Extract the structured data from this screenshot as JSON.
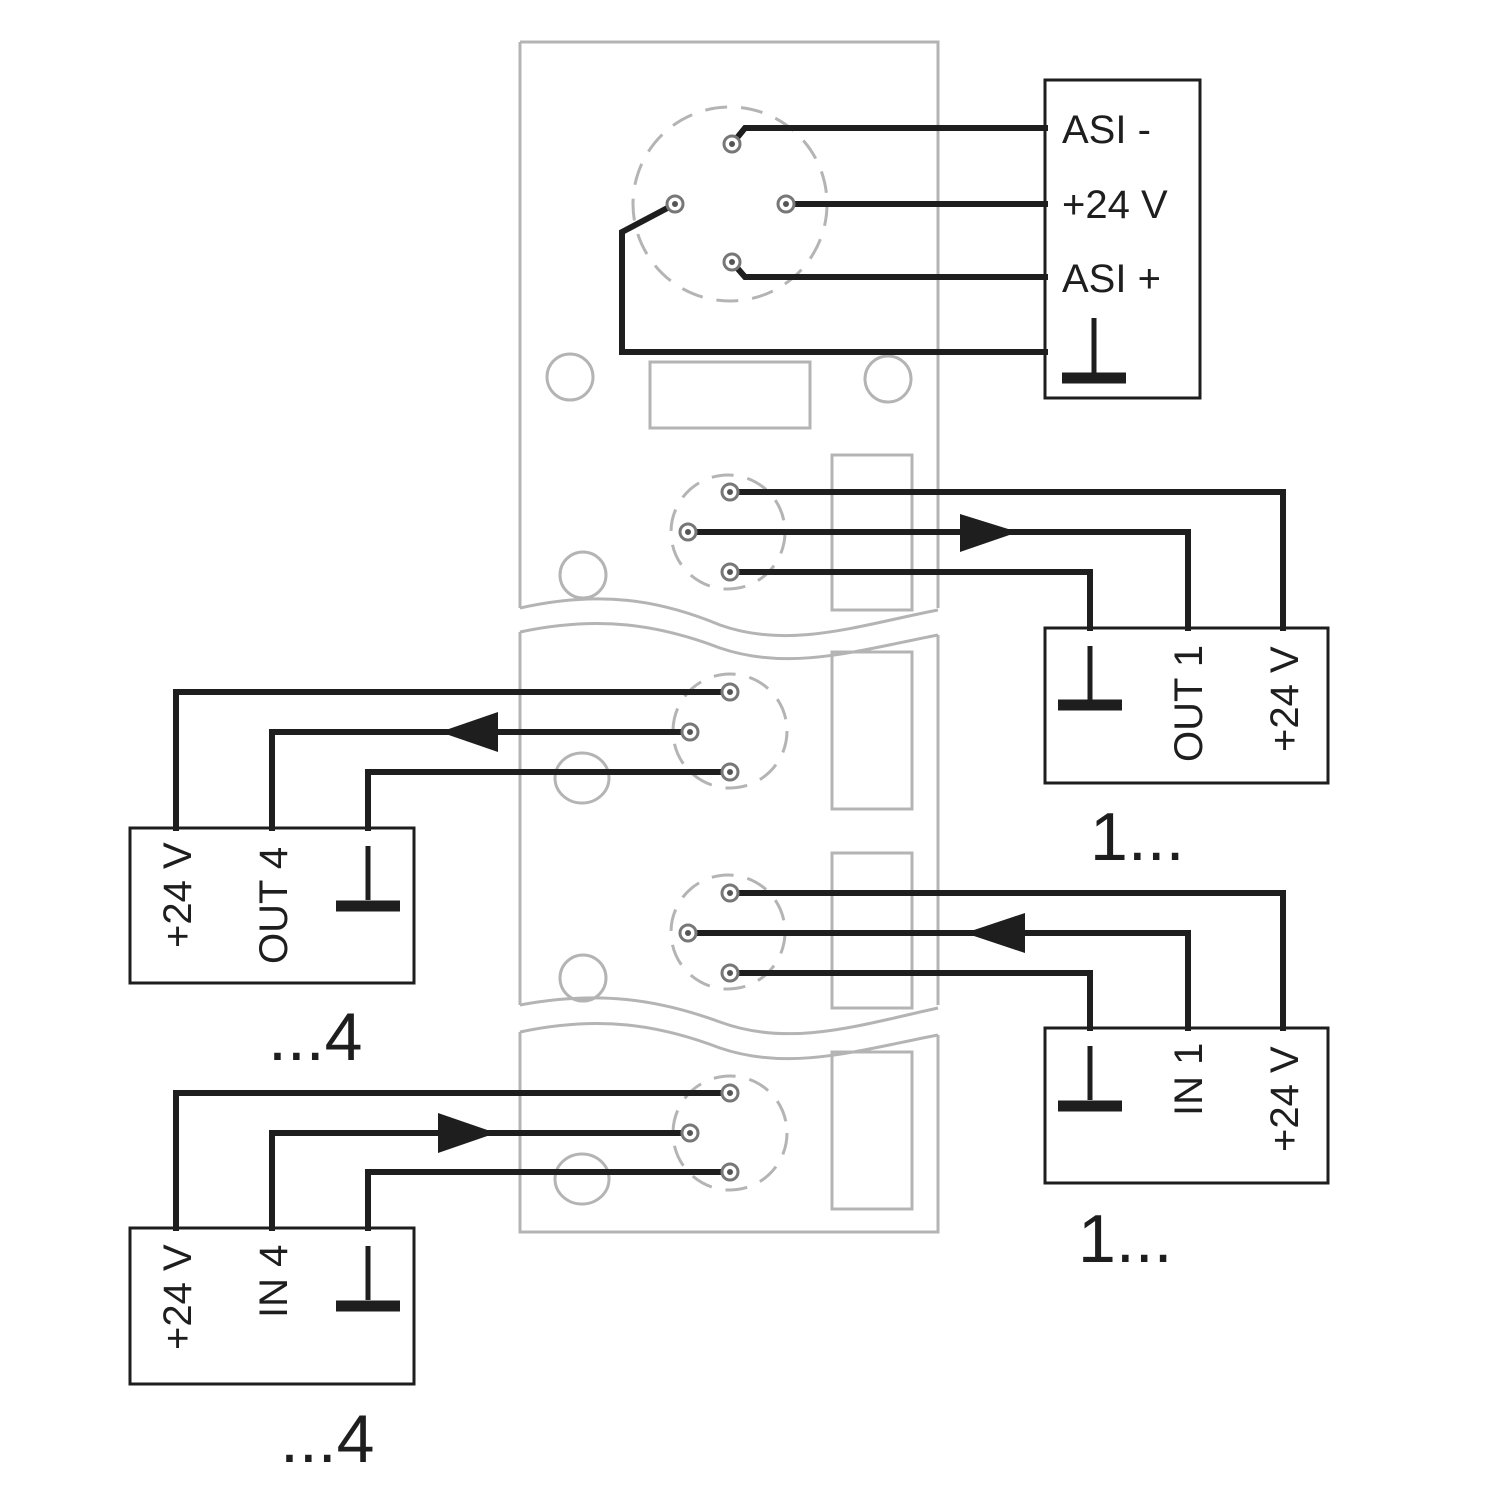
{
  "power_block": {
    "labels": [
      "ASI -",
      "+24 V",
      "ASI +"
    ],
    "ground_symbol": "ground-icon"
  },
  "output_1": {
    "labels": [
      "OUT 1",
      "+24 V"
    ],
    "ground_symbol": "ground-icon",
    "caption": "1..."
  },
  "output_4": {
    "labels": [
      "+24 V",
      "OUT 4"
    ],
    "ground_symbol": "ground-icon",
    "caption": "...4"
  },
  "input_1": {
    "labels": [
      "IN 1",
      "+24 V"
    ],
    "ground_symbol": "ground-icon",
    "caption": "1..."
  },
  "input_4": {
    "labels": [
      "+24 V",
      "IN 4"
    ],
    "ground_symbol": "ground-icon",
    "caption": "...4"
  },
  "colors": {
    "wire": "#1e1e1e",
    "module_outline": "#b4b4b4"
  }
}
